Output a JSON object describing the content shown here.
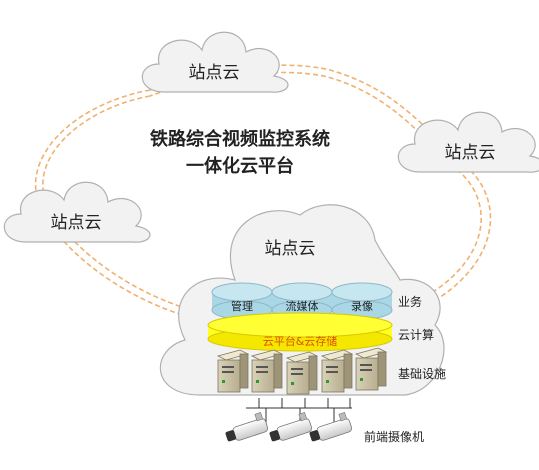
{
  "title": {
    "line1": "铁路综合视频监控系统",
    "line2": "一体化云平台"
  },
  "clouds": {
    "top_left": "站点云",
    "right": "站点云",
    "left": "站点云",
    "center": "站点云"
  },
  "services": {
    "mgmt": "管理",
    "stream": "流媒体",
    "record": "录像"
  },
  "platform": "云平台&云存储",
  "layers": {
    "business": "业务",
    "compute": "云计算",
    "infra": "基础设施"
  },
  "cameras_label": "前端摄像机",
  "colors": {
    "ring": "#f0b070",
    "cloud_fill": "#f2f2f2",
    "cloud_stroke": "#b0b0b0",
    "service_fill": "#a9d7e6",
    "platform_fill": "#ffff22",
    "platform_text": "#e05000"
  }
}
